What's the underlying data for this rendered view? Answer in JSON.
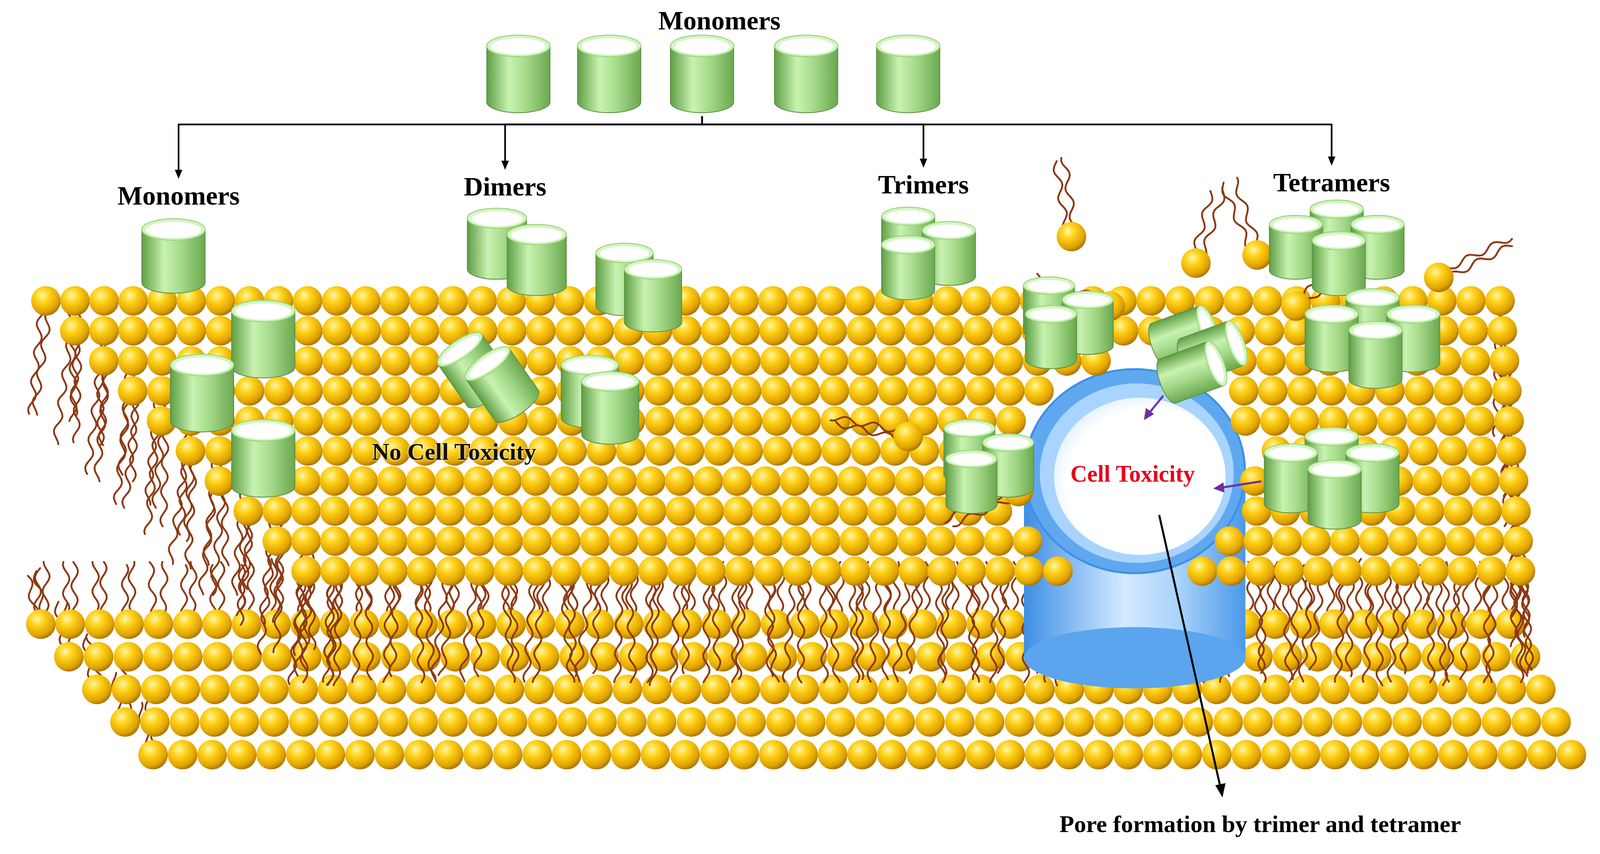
{
  "diagram": {
    "nodes": [
      {
        "text": [
          "Monomers"
        ]
      },
      {
        "text": [
          "Monomers"
        ]
      },
      {
        "text": [
          "Dimers"
        ]
      },
      {
        "text": [
          "Trimers"
        ]
      },
      {
        "text": [
          "Tetramers"
        ]
      }
    ],
    "edges": [
      {
        "from": 0,
        "to": 1,
        "arrow": "to"
      },
      {
        "from": 0,
        "to": 2,
        "arrow": "to"
      },
      {
        "from": 0,
        "to": 3,
        "arrow": "to"
      },
      {
        "from": 0,
        "to": 4,
        "arrow": "to"
      }
    ],
    "labels": [
      "No Cell Toxicity",
      "Cell Toxicity",
      "Pore formation by trimer and tetramer"
    ]
  }
}
